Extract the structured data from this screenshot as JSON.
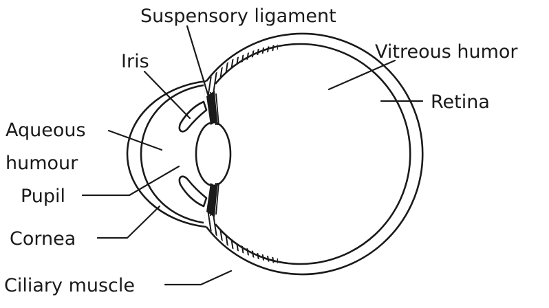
{
  "diagram": {
    "labels": {
      "suspensory_ligament": "Suspensory ligament",
      "iris": "Iris",
      "vitreous_humor": "Vitreous humor",
      "retina": "Retina",
      "aqueous_humour_line1": "Aqueous",
      "aqueous_humour_line2": "humour",
      "pupil": "Pupil",
      "cornea": "Cornea",
      "ciliary_muscle": "Ciliary muscle"
    },
    "colors": {
      "line": "#1a1a1a",
      "background": "#ffffff"
    }
  }
}
